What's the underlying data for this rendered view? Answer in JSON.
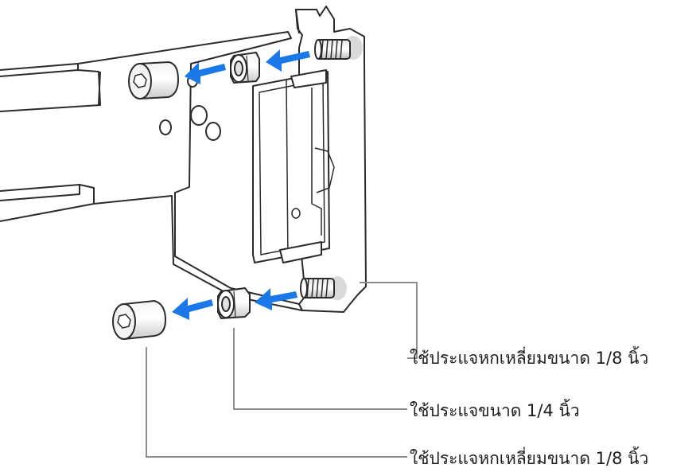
{
  "labels": {
    "hex_key_top": "ใช้ประแจหกเหลี่ยมขนาด 1/8 นิ้ว",
    "wrench": "ใช้ประแจขนาด 1/4 นิ้ว",
    "hex_key_bottom": "ใช้ประแจหกเหลี่ยมขนาด 1/8 นิ้ว"
  },
  "colors": {
    "line": "#2b2b2b",
    "part_fill": "#ffffff",
    "shade": "#d9d9d9",
    "arrow": "#1a78e8",
    "callout_line": "#8e8e8e",
    "text": "#1d1d1f"
  }
}
